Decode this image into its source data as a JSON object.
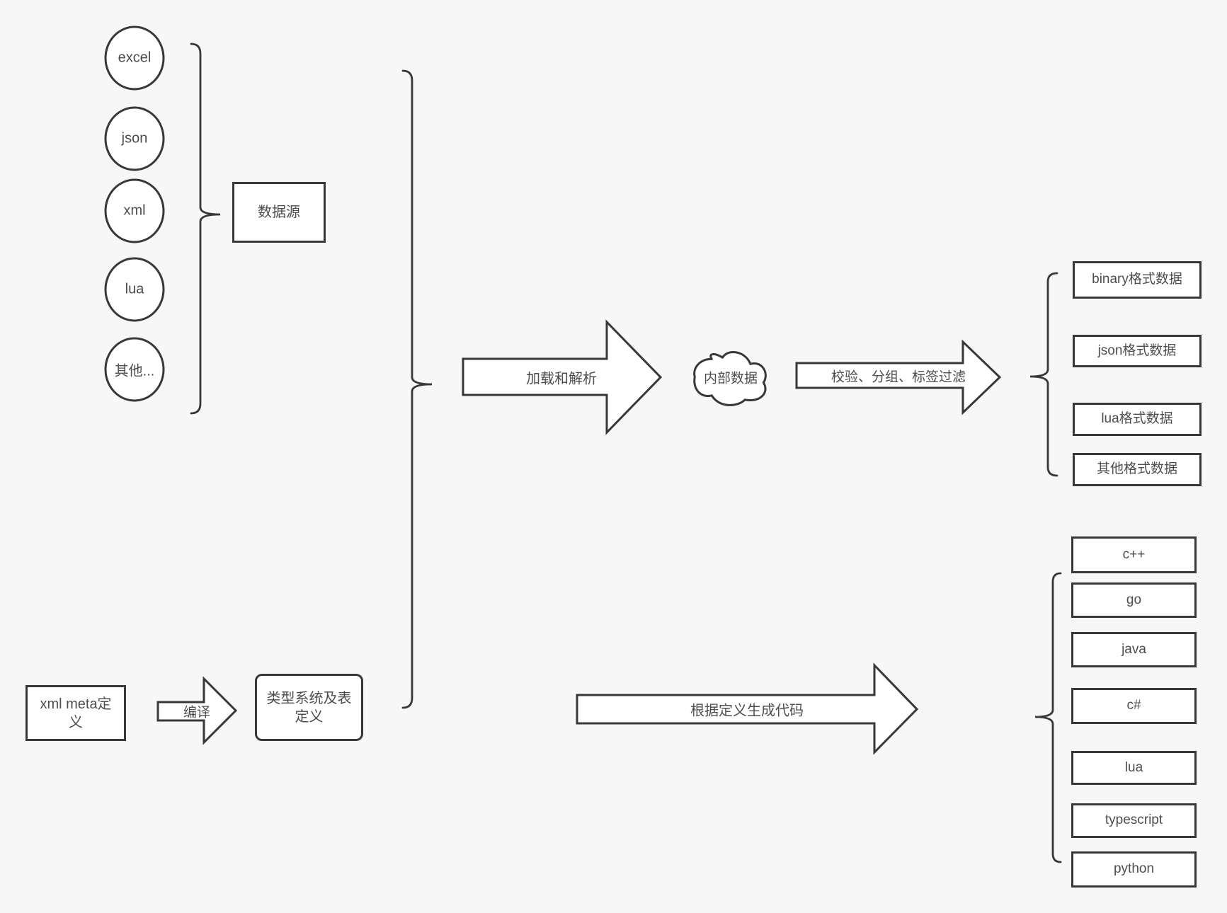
{
  "diagram": {
    "source_nodes": [
      "excel",
      "json",
      "xml",
      "lua",
      "其他..."
    ],
    "source_group": {
      "label": "数据源"
    },
    "load_arrow": {
      "label": "加载和解析"
    },
    "internal_data": {
      "label": "内部数据"
    },
    "filter_arrow": {
      "label": "校验、分组、标签过滤"
    },
    "format_outputs": [
      "binary格式数据",
      "json格式数据",
      "lua格式数据",
      "其他格式数据"
    ],
    "meta_definition": {
      "label": "xml meta定义"
    },
    "compile_arrow": {
      "label": "编译"
    },
    "type_system": {
      "label": "类型系统及表定义"
    },
    "codegen_arrow": {
      "label": "根据定义生成代码"
    },
    "code_targets": [
      "c++",
      "go",
      "java",
      "c#",
      "lua",
      "typescript",
      "python"
    ],
    "colors": {
      "background": "#f7f7f7",
      "shape_fill": "#ffffff",
      "stroke": "#383838",
      "text": "#4d4d4d"
    }
  }
}
